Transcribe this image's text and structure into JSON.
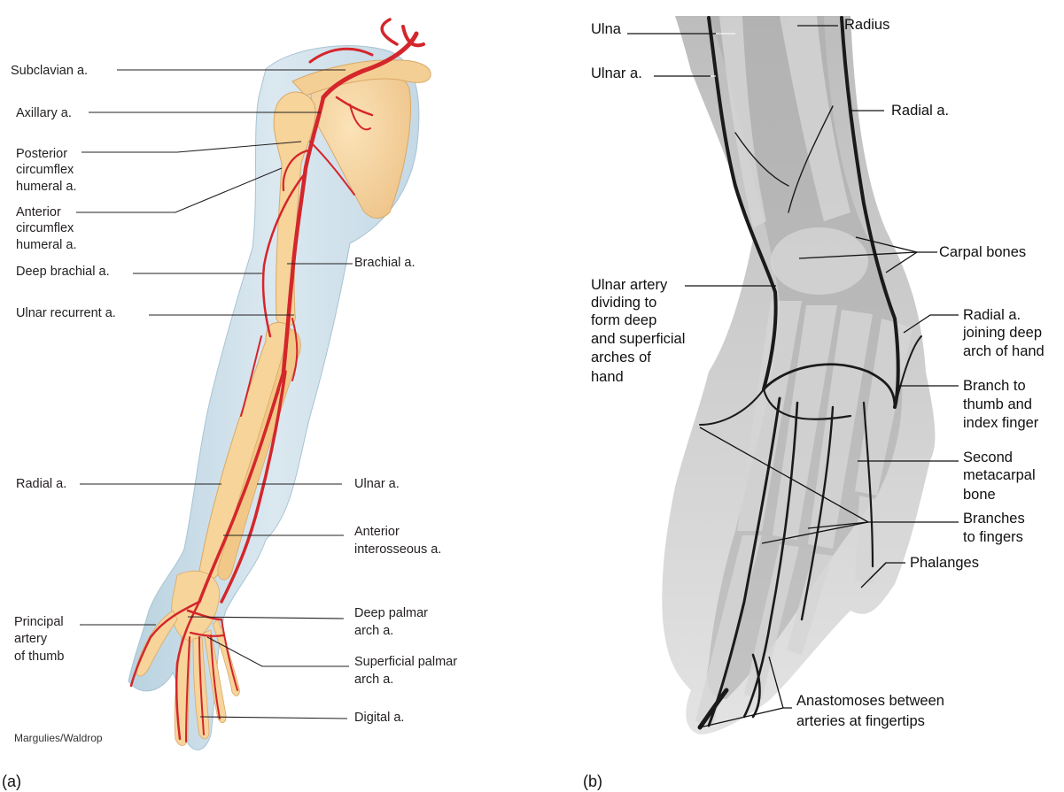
{
  "panel_a": {
    "letter": "(a)",
    "credit": "Margulies/Waldrop",
    "labels": {
      "subclavian": "Subclavian a.",
      "axillary": "Axillary a.",
      "posterior_circumflex": [
        "Posterior",
        "circumflex",
        "humeral a."
      ],
      "anterior_circumflex": [
        "Anterior",
        "circumflex",
        "humeral a."
      ],
      "deep_brachial": "Deep brachial a.",
      "brachial": "Brachial a.",
      "ulnar_recurrent": "Ulnar recurrent a.",
      "radial": "Radial a.",
      "ulnar": "Ulnar a.",
      "anterior_interosseous": [
        "Anterior",
        "interosseous a."
      ],
      "principal_artery_thumb": [
        "Principal",
        "artery",
        "of thumb"
      ],
      "deep_palmar_arch": [
        "Deep palmar",
        "arch a."
      ],
      "superficial_palmar_arch": [
        "Superficial palmar",
        "arch a."
      ],
      "digital": "Digital a."
    }
  },
  "panel_b": {
    "letter": "(b)",
    "labels": {
      "ulna": "Ulna",
      "radius": "Radius",
      "ulnar_a": "Ulnar a.",
      "radial_a": "Radial a.",
      "carpal_bones": "Carpal bones",
      "ulnar_artery_dividing": [
        "Ulnar artery",
        "dividing to",
        "form deep",
        "and superficial",
        "arches of",
        "hand"
      ],
      "radial_joining": [
        "Radial a.",
        "joining deep",
        "arch of hand"
      ],
      "branch_thumb": [
        "Branch to",
        "thumb and",
        "index finger"
      ],
      "second_metacarpal": [
        "Second",
        "metacarpal",
        "bone"
      ],
      "branches_fingers": [
        "Branches",
        "to fingers"
      ],
      "phalanges": "Phalanges",
      "anastomoses": [
        "Anastomoses between",
        "arteries at fingertips"
      ]
    }
  },
  "colors": {
    "artery": "#d4262b",
    "bone": "#f6d49a",
    "skin": "#cfe0ea",
    "xray_dark": "#1a1a1a"
  }
}
